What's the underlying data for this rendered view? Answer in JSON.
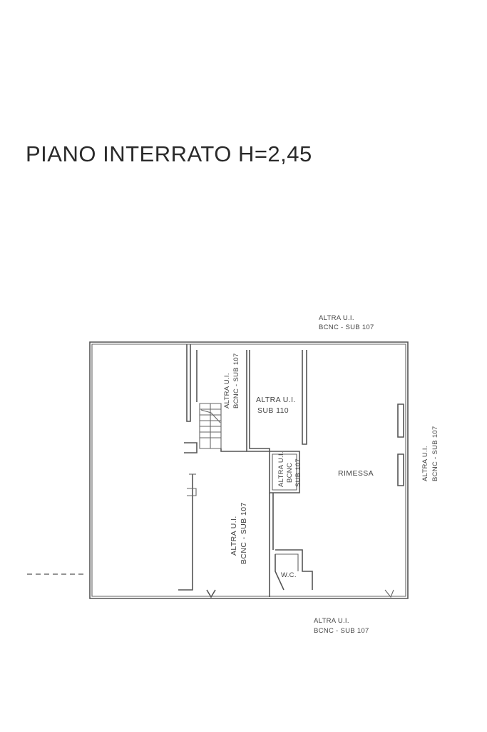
{
  "title": "PIANO INTERRATO  H=2,45",
  "labels": {
    "top_line1": "ALTRA U.I.",
    "top_line2": "BCNC - SUB 107",
    "bottom_line1": "ALTRA U.I.",
    "bottom_line2": "BCNC - SUB 107",
    "right_line1": "ALTRA U.I.",
    "right_line2": "BCNC - SUB 107",
    "stair_room_line1": "ALTRA U.I.",
    "stair_room_line2": "BCNC - SUB 107",
    "sub110_line1": "ALTRA U.I.",
    "sub110_line2": "SUB 110",
    "small_line1": "ALTRA U.I.",
    "small_line2": "BCNC",
    "small_line3": "SUB 107",
    "corridor_line1": "ALTRA U.I.",
    "corridor_line2": "BCNC - SUB 107",
    "rimessa": "RIMESSA",
    "wc": "W.C."
  }
}
